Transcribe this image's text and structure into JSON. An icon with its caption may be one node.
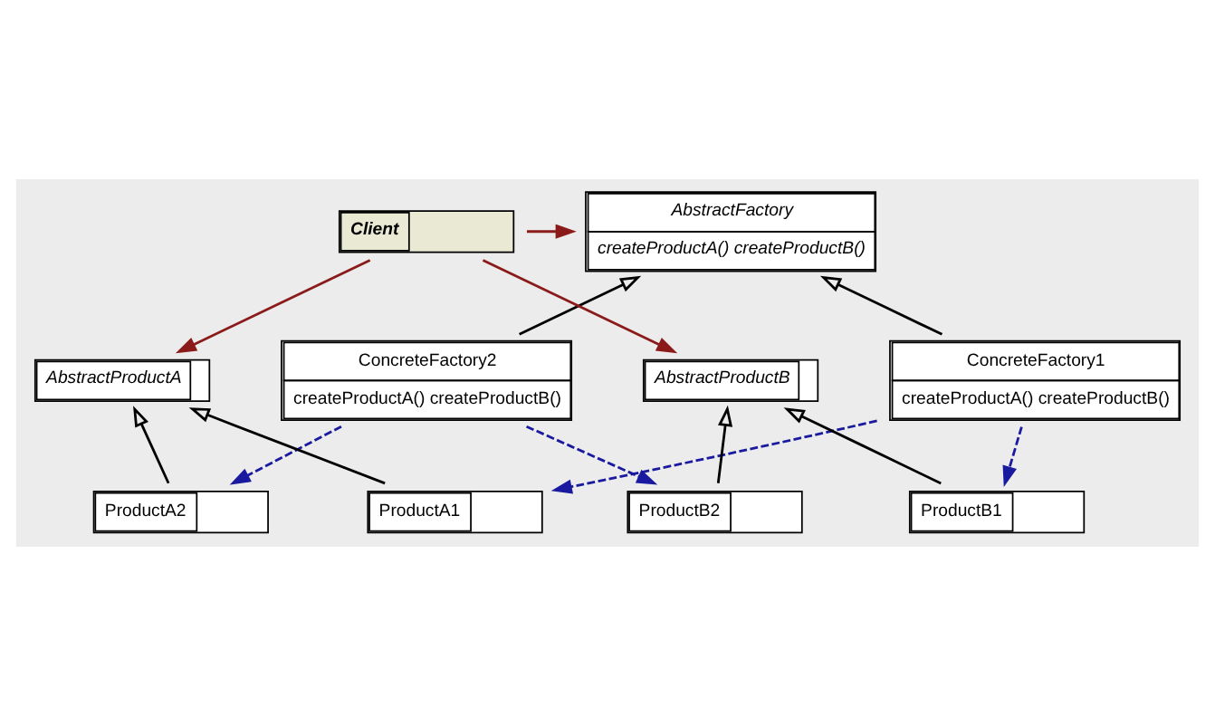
{
  "diagram": {
    "nodes": [
      {
        "text": [
          "AbstractFactory",
          "createProductA() createProductB()"
        ]
      },
      {
        "text": [
          "Client"
        ]
      },
      {
        "text": [
          "ConcreteFactory2",
          "createProductA() createProductB()"
        ]
      },
      {
        "text": [
          "ConcreteFactory1",
          "createProductA() createProductB()"
        ]
      },
      {
        "text": [
          "AbstractProductA"
        ]
      },
      {
        "text": [
          "ProductA1"
        ]
      },
      {
        "text": [
          "ProductA2"
        ]
      },
      {
        "text": [
          "AbstractProductB"
        ]
      },
      {
        "text": [
          "ProductB1"
        ]
      },
      {
        "text": [
          "ProductB2"
        ]
      }
    ],
    "edges": [
      {
        "from": 1,
        "to": 0,
        "arrow": "to",
        "color": "#8b1a1a"
      },
      {
        "from": 1,
        "to": 4,
        "arrow": "to",
        "color": "#8b1a1a"
      },
      {
        "from": 1,
        "to": 7,
        "arrow": "to",
        "color": "#8b1a1a"
      },
      {
        "from": 2,
        "to": 0,
        "arrow": "to"
      },
      {
        "from": 3,
        "to": 0,
        "arrow": "to"
      },
      {
        "from": 5,
        "to": 4,
        "arrow": "to"
      },
      {
        "from": 6,
        "to": 4,
        "arrow": "to"
      },
      {
        "from": 8,
        "to": 7,
        "arrow": "to"
      },
      {
        "from": 9,
        "to": 7,
        "arrow": "to"
      },
      {
        "from": 3,
        "to": 5,
        "arrow": "to",
        "style": "dashed",
        "color": "#1a1aa0"
      },
      {
        "from": 3,
        "to": 8,
        "arrow": "to",
        "style": "dashed",
        "color": "#1a1aa0"
      },
      {
        "from": 2,
        "to": 6,
        "arrow": "to",
        "style": "dashed",
        "color": "#1a1aa0"
      },
      {
        "from": 2,
        "to": 9,
        "arrow": "to",
        "style": "dashed",
        "color": "#1a1aa0"
      }
    ]
  }
}
